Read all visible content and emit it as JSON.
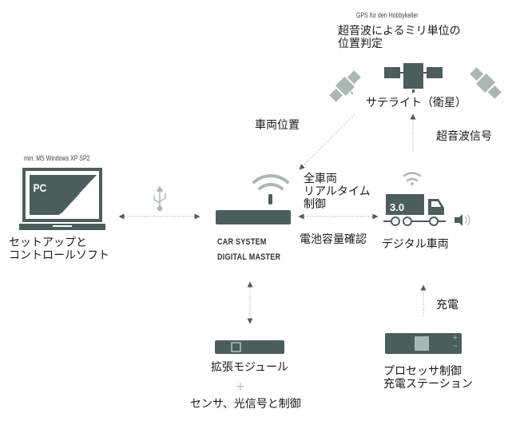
{
  "colors": {
    "dark": "#4a5e5e",
    "light": "#a9b8b6",
    "line": "#b8c2c0",
    "text": "#1a1a1a"
  },
  "gps": {
    "caption": "GPS für den Hobbykeller",
    "headline_line1": "超音波によるミリ単位の",
    "headline_line2": "位置判定",
    "satellite_label": "サテライト（衛星）",
    "signal_label": "超音波信号",
    "position_label": "車両位置"
  },
  "pc": {
    "requirement": "min. MS Windows XP SP2",
    "screen_label": "PC",
    "label_line1": "セットアップと",
    "label_line2": "コントロールソフト",
    "connection_icon": "usb-icon"
  },
  "master": {
    "name_line1": "CAR SYSTEM",
    "name_line2": "DIGITAL MASTER",
    "control_line1": "全車両",
    "control_line2": "リアルタイム",
    "control_line3": "制御",
    "battery_label": "電池容量確認"
  },
  "vehicle": {
    "badge": "3.0",
    "label": "デジタル車両"
  },
  "extension": {
    "label": "拡張モジュール",
    "plus": "+",
    "sub_label": "センサ、光信号と制御"
  },
  "charger": {
    "charge_label": "充電",
    "label_line1": "プロセッサ制御",
    "label_line2": "充電ステーション",
    "plus": "+",
    "minus": "−"
  }
}
